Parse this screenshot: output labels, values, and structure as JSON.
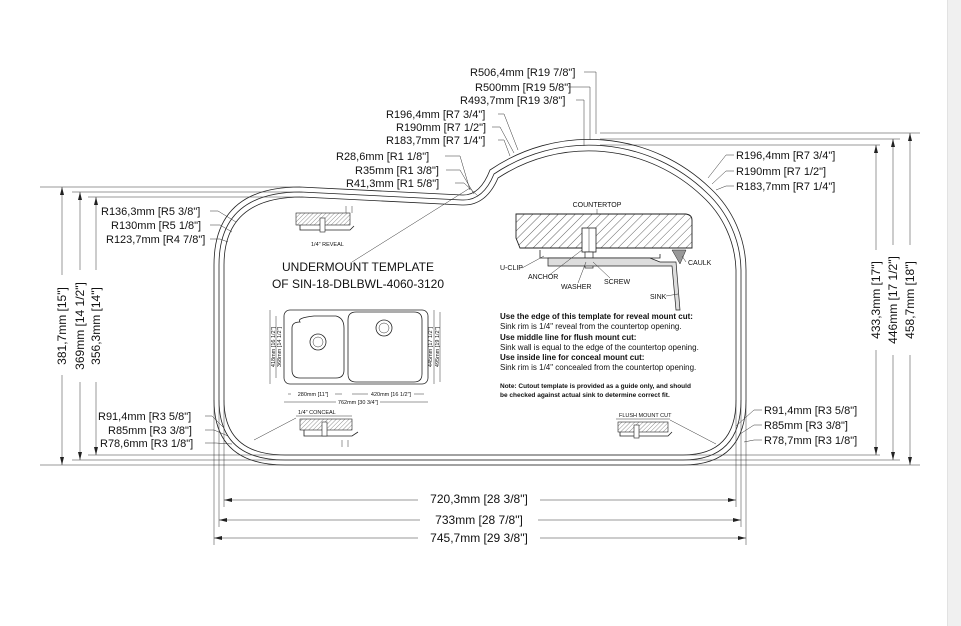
{
  "title": {
    "line1": "UNDERMOUNT TEMPLATE",
    "line2": "OF SIN-18-DBLBWL-4060-3120"
  },
  "radius_labels": {
    "top_large": [
      "R506,4mm [R19 7/8\"]",
      "R500mm [R19 5/8\"]",
      "R493,7mm [R19 3/8\"]"
    ],
    "top_left_mid": [
      "R196,4mm [R7 3/4\"]",
      "R190mm [R7 1/2\"]",
      "R183,7mm [R7 1/4\"]"
    ],
    "neck_small": [
      "R28,6mm [R1 1/8\"]",
      "R35mm [R1 3/8\"]",
      "R41,3mm [R1 5/8\"]"
    ],
    "upper_left": [
      "R136,3mm [R5 3/8\"]",
      "R130mm [R5 1/8\"]",
      "R123,7mm [R4 7/8\"]"
    ],
    "upper_right": [
      "R196,4mm [R7 3/4\"]",
      "R190mm [R7 1/2\"]",
      "R183,7mm [R7 1/4\"]"
    ],
    "lower_left": [
      "R91,4mm [R3 5/8\"]",
      "R85mm [R3 3/8\"]",
      "R78,6mm [R3 1/8\"]"
    ],
    "lower_right": [
      "R91,4mm [R3 5/8\"]",
      "R85mm [R3 3/8\"]",
      "R78,7mm [R3 1/8\"]"
    ]
  },
  "width_dims": [
    "720,3mm [28 3/8\"]",
    "733mm [28 7/8\"]",
    "745,7mm [29 3/8\"]"
  ],
  "height_dims_left": [
    "381,7mm [15\"]",
    "369mm [14 1/2\"]",
    "356,3mm [14\"]"
  ],
  "height_dims_right": [
    "433,3mm [17\"]",
    "446mm [17 1/2\"]",
    "458,7mm [18\"]"
  ],
  "section_labels": {
    "countertop": "COUNTERTOP",
    "u_clip": "U-CLIP",
    "anchor": "ANCHOR",
    "washer": "WASHER",
    "screw": "SCREW",
    "caulk": "CAULK",
    "sink": "SINK"
  },
  "detail_labels": {
    "reveal": "1/4\" REVEAL",
    "conceal": "1/4\" CONCEAL",
    "flush": "FLUSH MOUNT CUT"
  },
  "sink_dims": {
    "left_h1": "418mm [16 1/2\"]",
    "left_h2": "368mm [14 1/2\"]",
    "right_h1": "445mm [17 1/2\"]",
    "right_h2": "495mm [19 1/2\"]",
    "bottom_left": "280mm [11\"]",
    "bottom_right": "420mm [16 1/2\"]",
    "bottom_total": "762mm [30 3/4\"]"
  },
  "notes": {
    "reveal_title": "Use the edge of this template for reveal mount cut:",
    "reveal_text": "Sink rim is 1/4\" reveal from the countertop opening.",
    "flush_title": "Use middle line for flush mount cut:",
    "flush_text": "Sink wall is equal to the edge of the countertop opening.",
    "conceal_title": "Use inside line for conceal mount cut:",
    "conceal_text": "Sink rim is 1/4\" concealed from the countertop opening.",
    "disclaimer_1": "Note: Cutout template is provided as a guide only, and should",
    "disclaimer_2": "be checked against actual sink to determine correct fit."
  }
}
